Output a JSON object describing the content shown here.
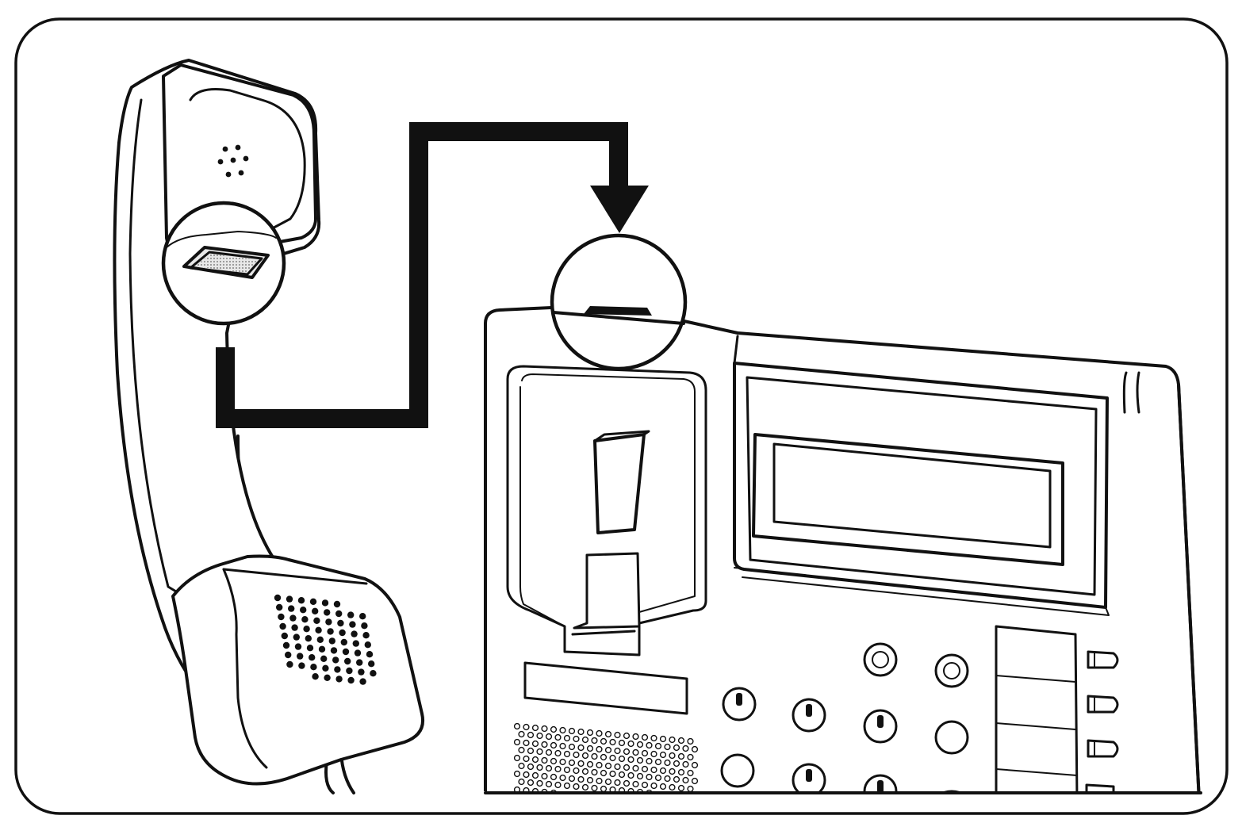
{
  "diagram": {
    "frame": {
      "style": "rounded-border"
    },
    "handset": {
      "earpiece_holes": 7,
      "mouthpiece_holes": 45
    },
    "callouts": [
      {
        "target": "handset-clip",
        "shape": "circle"
      },
      {
        "target": "phone-top-slot",
        "shape": "circle"
      }
    ],
    "connector_arrow": {
      "from": "handset-clip",
      "to": "phone-top-slot",
      "style": "thick-black-elbow"
    },
    "phone": {
      "display": {
        "state": "blank"
      },
      "keys": 12,
      "function_buttons": 4
    },
    "colors": {
      "ink": "#111111",
      "paper": "#ffffff"
    }
  }
}
